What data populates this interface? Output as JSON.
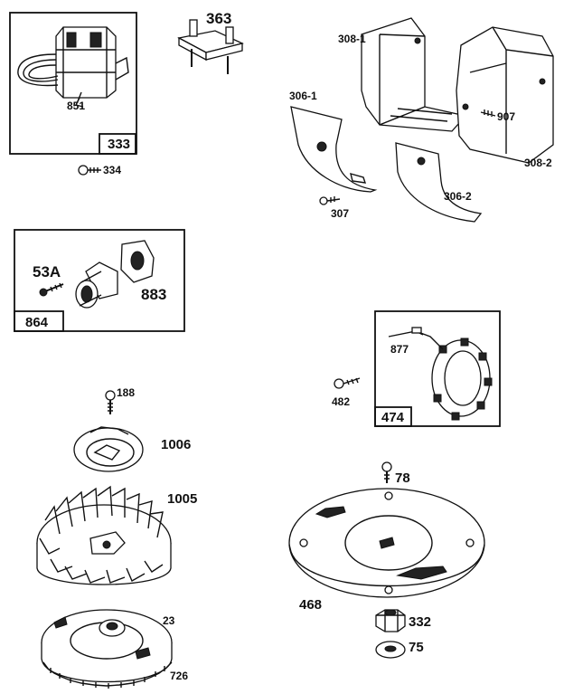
{
  "boxes": {
    "box_333": "333",
    "box_864": "864",
    "box_474": "474"
  },
  "labels": {
    "p851": "851",
    "p334": "334",
    "p363": "363",
    "p308_1": "308-1",
    "p306_1": "306-1",
    "p907": "907",
    "p308_2": "308-2",
    "p307": "307",
    "p306_2": "306-2",
    "p53a": "53A",
    "p883": "883",
    "p877": "877",
    "p482": "482",
    "p188": "188",
    "p1006": "1006",
    "p1005": "1005",
    "p23": "23",
    "p726": "726",
    "p78": "78",
    "p468": "468",
    "p332": "332",
    "p75": "75"
  }
}
